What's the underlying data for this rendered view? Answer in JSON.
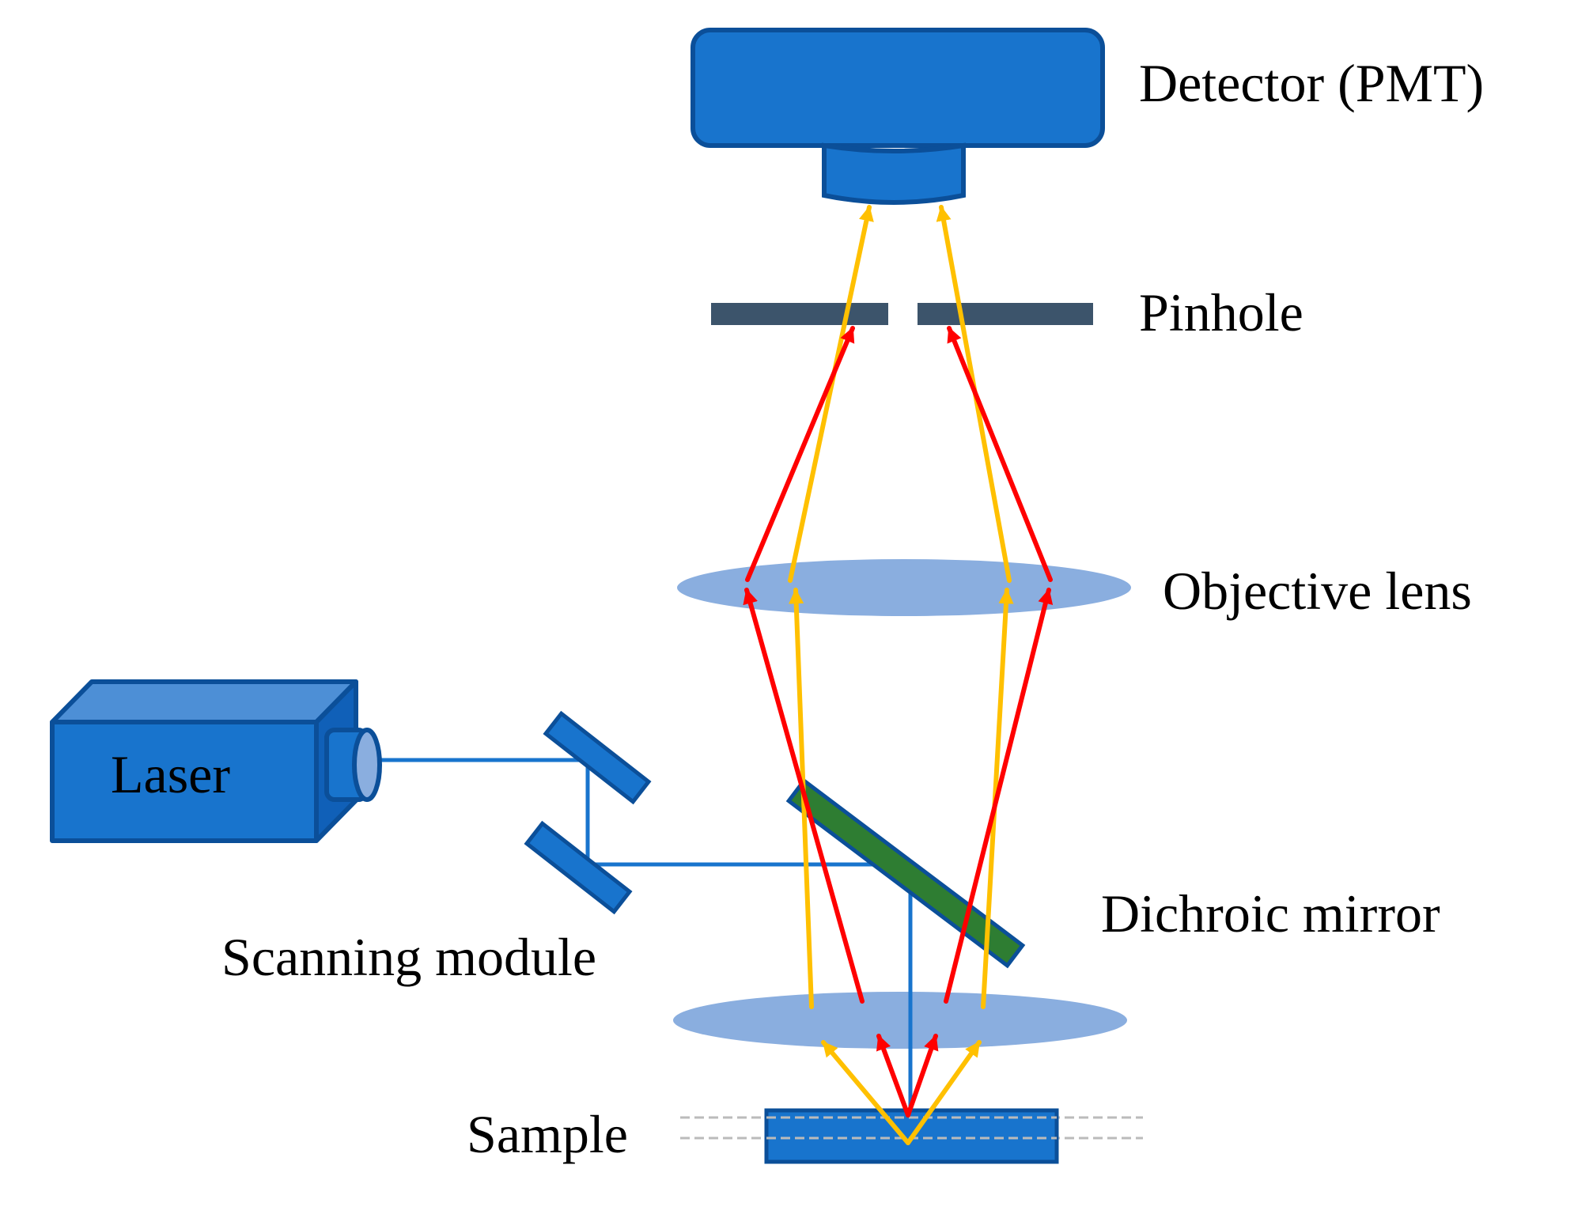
{
  "labels": {
    "detector": "Detector (PMT)",
    "pinhole": "Pinhole",
    "objective_lens": "Objective lens",
    "laser": "Laser",
    "dichroic_mirror": "Dichroic mirror",
    "scanning_module": "Scanning module",
    "sample": "Sample"
  },
  "colors": {
    "component_blue": "#1874CD",
    "component_edge": "#0B4F99",
    "pinhole": "#3C546B",
    "lens": "#8AAEDF",
    "dichroic": "#2E7D32",
    "laser_beam": "#1874CD",
    "red_ray": "#FF0000",
    "yellow_ray": "#FFC000",
    "focal_guides": "#BBBBBB"
  }
}
